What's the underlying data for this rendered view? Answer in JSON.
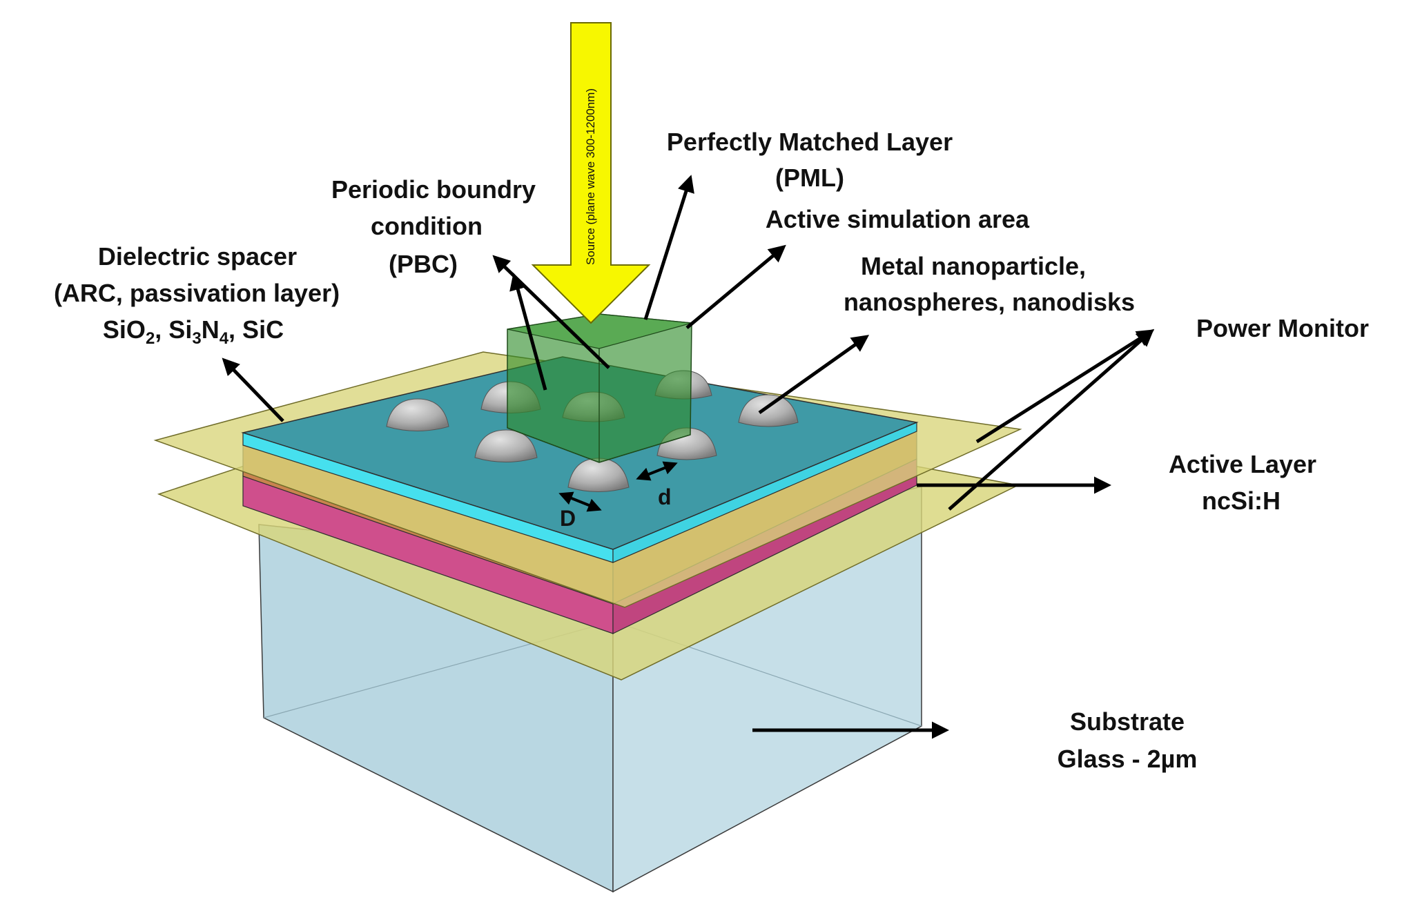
{
  "labels": {
    "pml_line1": "Perfectly Matched Layer",
    "pml_line2": "(PML)",
    "pbc_line1": "Periodic boundry",
    "pbc_line2": "condition",
    "pbc_line3": "(PBC)",
    "spacer_line1": "Dielectric spacer",
    "spacer_line2": "(ARC, passivation layer)",
    "spacer_line3_part1": "SiO",
    "spacer_line3_sub1": "2",
    "spacer_line3_part2": ", Si",
    "spacer_line3_sub2": "3",
    "spacer_line3_part3": "N",
    "spacer_line3_sub3": "4",
    "spacer_line3_part4": ", SiC",
    "active_area": "Active simulation area",
    "metal_line1": "Metal nanoparticle,",
    "metal_line2": "nanospheres, nanodisks",
    "power_monitor": "Power Monitor",
    "active_layer_line1": "Active Layer",
    "active_layer_line2": "ncSi:H",
    "substrate_line1": "Substrate",
    "substrate_line2": "Glass - 2µm",
    "source": "Source (plane wave 300-1200nm)",
    "dim_D": "D",
    "dim_d": "d"
  },
  "colors": {
    "substrate": "#b9d7e2",
    "monitor_plane": "#d8d57a",
    "pink_layer": "#cf4f8c",
    "orange_layer": "#c9834f",
    "spacer_edge": "#46e0ee",
    "top_surface": "#3f9aa6",
    "sim_box": "#2e8c2a",
    "source_arrow": "#f7f700",
    "particle": "#b4b4b4",
    "arrow": "#000000"
  }
}
